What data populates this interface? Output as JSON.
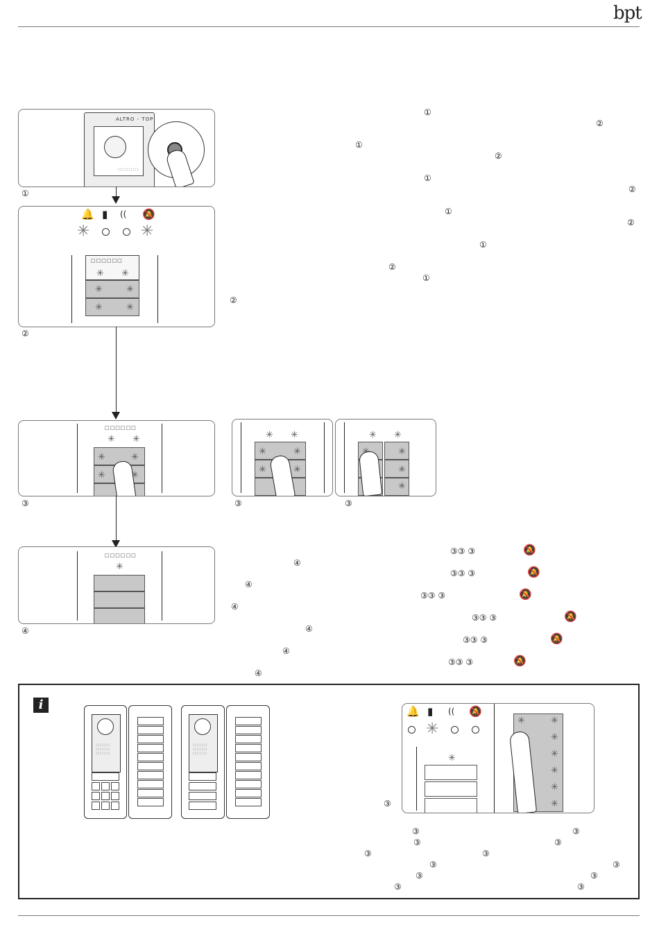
{
  "header": {
    "logo": "bpt"
  },
  "icons": {
    "bell": "bell-icon",
    "door": "door-icon",
    "speaker": "speaker-icon",
    "bell_off": "bell-off-icon",
    "info": "info-icon"
  },
  "labels": {
    "c1": "①",
    "c2": "②",
    "c3": "③",
    "c4": "④",
    "info_letter": "i"
  },
  "brand_on_panel": "ALTRO - TOP",
  "glyphs": {
    "bell": "🔔",
    "burst": "✳",
    "spark": "✳",
    "led": "○",
    "speaker": "((",
    "bell_off": "🔕"
  }
}
